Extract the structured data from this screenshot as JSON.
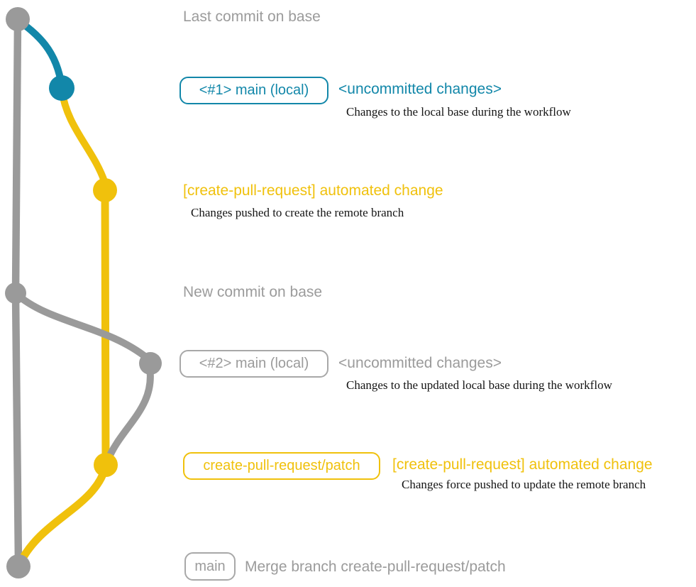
{
  "colors": {
    "teal": "#1287a9",
    "yellow": "#f0c10c",
    "gray": "#9a9a9a",
    "caption_text": "#141414"
  },
  "headers": {
    "last_commit": "Last commit on base",
    "new_commit": "New commit on base"
  },
  "row1": {
    "branch_box": "<#1> main (local)",
    "status": "<uncommitted changes>",
    "caption": "Changes to the local base during the workflow"
  },
  "row2": {
    "commit_message": "[create-pull-request] automated change",
    "caption": "Changes pushed to create the remote branch"
  },
  "row3": {
    "branch_box": "<#2> main (local)",
    "status": "<uncommitted changes>",
    "caption": "Changes to the updated local base during the workflow"
  },
  "row4": {
    "branch_box": "create-pull-request/patch",
    "commit_message": "[create-pull-request] automated change",
    "caption": "Changes force pushed to update the remote branch"
  },
  "row5": {
    "branch_box": "main",
    "commit_message": "Merge branch create-pull-request/patch"
  }
}
